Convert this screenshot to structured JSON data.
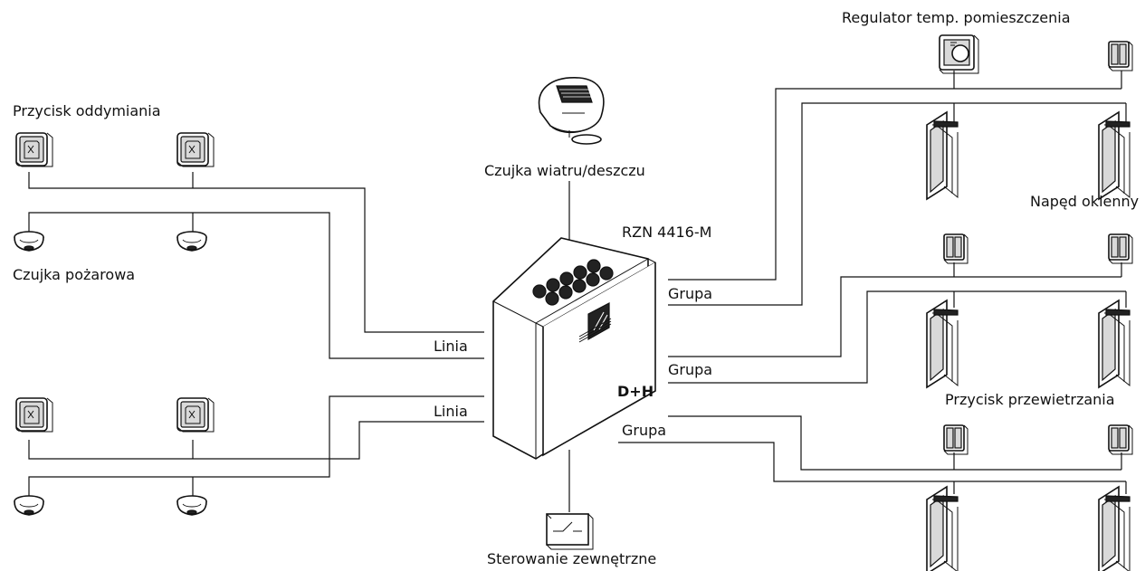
{
  "labels": {
    "przycisk_oddymiania": "Przycisk oddymiania",
    "czujka_pozarowa": "Czujka pożarowa",
    "czujka_wiatru": "Czujka wiatru/deszczu",
    "controller": "RZN 4416-M",
    "linia_1": "Linia",
    "linia_2": "Linia",
    "grupa_1": "Grupa",
    "grupa_2": "Grupa",
    "grupa_3": "Grupa",
    "regulator": "Regulator temp. pomieszczenia",
    "naped_okienny": "Napęd okienny",
    "przycisk_przewietrzania": "Przycisk przewietrzania",
    "sterowanie": "Sterowanie zewnętrzne",
    "brand": "D+H"
  },
  "colors": {
    "line": "#111111",
    "background": "#ffffff",
    "device_fill": "#d9d9d9",
    "dark_fill": "#222222"
  },
  "icons": {
    "smoke_button": "smoke-exhaust-button-icon",
    "smoke_detector": "smoke-detector-icon",
    "weather_sensor": "wind-rain-sensor-icon",
    "controller": "control-panel-icon",
    "thermostat": "room-thermostat-icon",
    "vent_switch": "ventilation-switch-icon",
    "window_drive": "window-drive-icon",
    "external_switch": "external-switch-icon"
  }
}
